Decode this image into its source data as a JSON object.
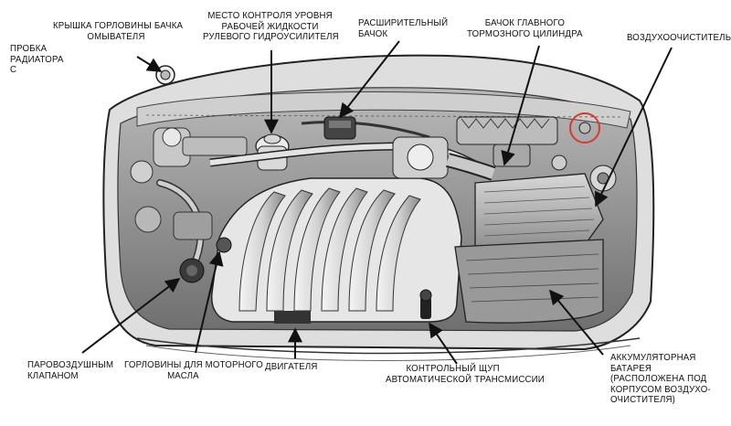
{
  "labels": {
    "radiator_cap": [
      "ПРОБКА",
      "РАДИАТОРА",
      "С"
    ],
    "washer_cap": [
      "КРЫШКА ГОРЛОВИНЫ БАЧКА",
      "ОМЫВАТЕЛЯ"
    ],
    "ps_fluid": [
      "МЕСТО КОНТРОЛЯ УРОВНЯ",
      "РАБОЧЕЙ ЖИДКОСТИ",
      "РУЛЕВОГО ГИДРОУСИЛИТЕЛЯ"
    ],
    "expansion_tank": [
      "РАСШИРИТЕЛЬНЫЙ",
      "БАЧОК"
    ],
    "brake_reservoir": [
      "БАЧОК ГЛАВНОГО",
      "ТОРМОЗНОГО ЦИЛИНДРА"
    ],
    "air_cleaner": [
      "ВОЗДУХООЧИСТИТЕЛЬ"
    ],
    "pcv_valve": [
      "ПАРОВОЗДУШНЫМ",
      "КЛАПАНОМ"
    ],
    "oil_filler": [
      "ГОРЛОВИНЫ ДЛЯ МОТОРНОГО",
      "МАСЛА"
    ],
    "engine": [
      "ДВИГАТЕЛЯ"
    ],
    "dipstick": [
      "КОНТРОЛЬНЫЙ ЩУП",
      "АВТОМАТИЧЕСКОЙ ТРАНСМИССИИ"
    ],
    "battery": [
      "АККУМУЛЯТОРНАЯ",
      "БАТАРЕЯ",
      "(РАСПОЛОЖЕНА ПОД",
      "КОРПУСОМ ВОЗДУХО-",
      "ОЧИСТИТЕЛЯ)"
    ]
  },
  "colors": {
    "ink": "#111111",
    "highlight_circle": "#d83a2e",
    "engine_body": "#e4e4e4",
    "shadow": "#8c8c8c"
  }
}
